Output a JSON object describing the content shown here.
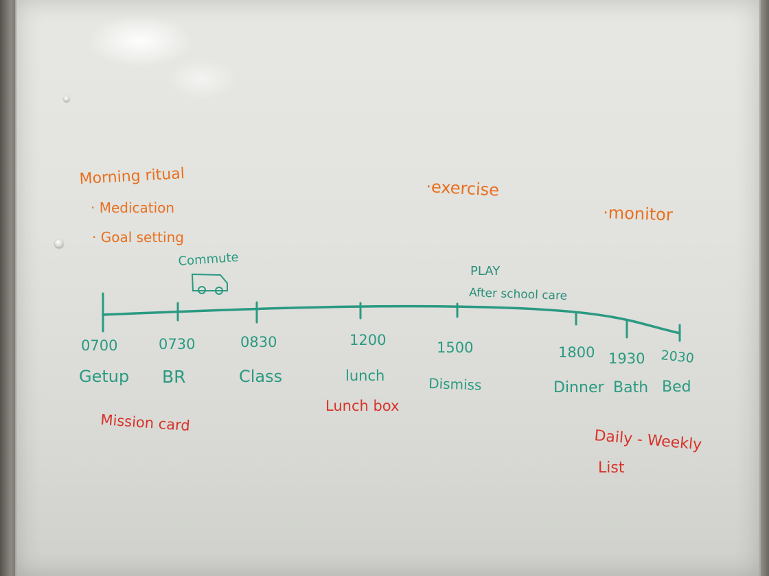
{
  "palette": {
    "orange_marker": "#e8701f",
    "teal_marker": "#2a9a82",
    "red_marker": "#d7332a"
  },
  "morning": {
    "title": "Morning ritual",
    "items": [
      "· Medication",
      "· Goal setting"
    ]
  },
  "notes": {
    "exercise": "·exercise",
    "monitor": "·monitor"
  },
  "commute": {
    "label": "Commute",
    "icon": "car-icon"
  },
  "play": {
    "line1": "PLAY",
    "line2": "After school care"
  },
  "timeline": [
    {
      "time": "0700",
      "event": "Getup"
    },
    {
      "time": "0730",
      "event": "BR"
    },
    {
      "time": "0830",
      "event": "Class"
    },
    {
      "time": "1200",
      "event": "lunch"
    },
    {
      "time": "1500",
      "event": "Dismiss"
    },
    {
      "time": "1800",
      "event": "Dinner"
    },
    {
      "time": "1930",
      "event": "Bath"
    },
    {
      "time": "2030",
      "event": "Bed"
    }
  ],
  "red_notes": {
    "mission": "Mission card",
    "lunchbox": "Lunch box",
    "daily": "Daily - Weekly",
    "list": "List"
  }
}
